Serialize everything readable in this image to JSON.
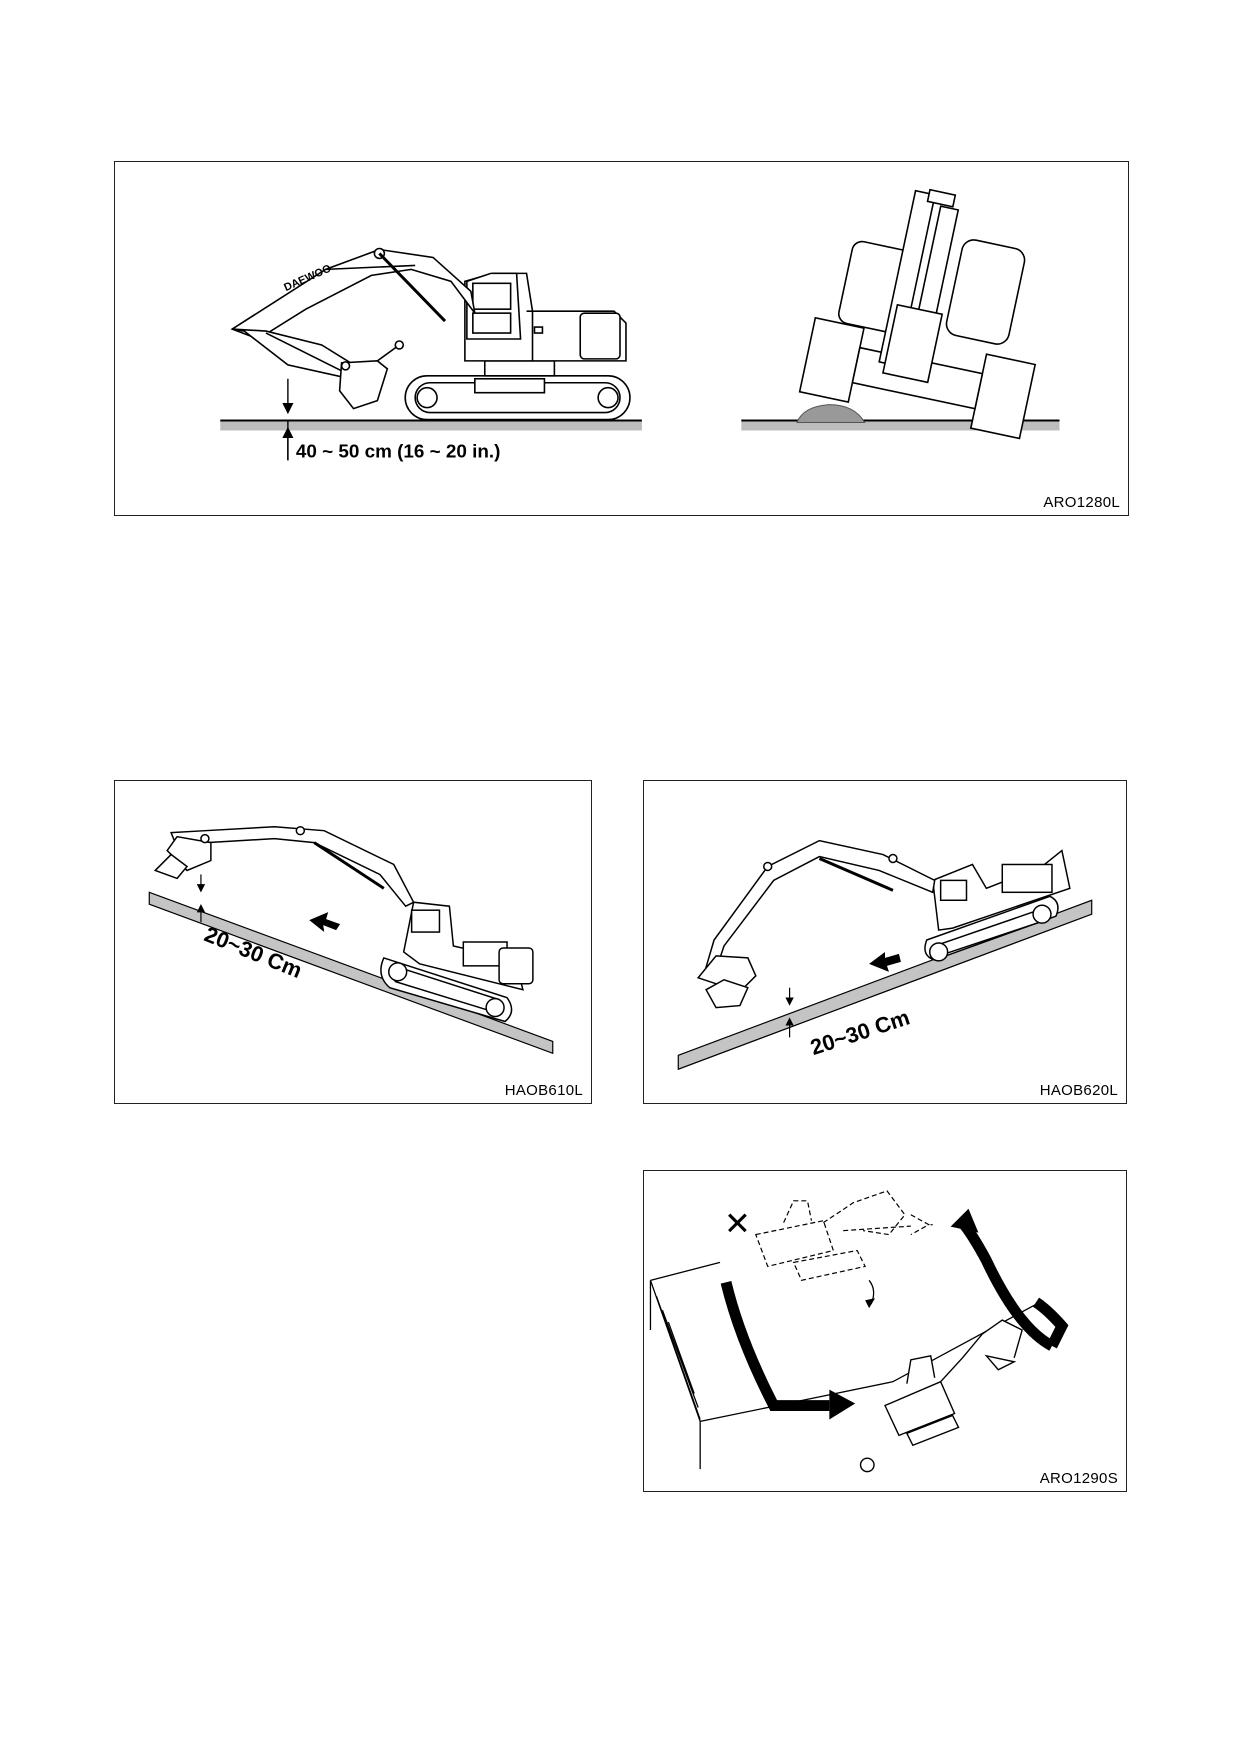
{
  "figures": [
    {
      "code": "ARO1280L",
      "dimension": "40 ~ 50 cm (16 ~ 20 in.)",
      "brand": "DAEWOO"
    },
    {
      "code": "HAOB610L",
      "dimension": "20~30 Cm"
    },
    {
      "code": "HAOB620L",
      "dimension": "20~30 Cm"
    },
    {
      "code": "ARO1290S",
      "mark_wrong": "✕",
      "mark_right": "○"
    }
  ]
}
